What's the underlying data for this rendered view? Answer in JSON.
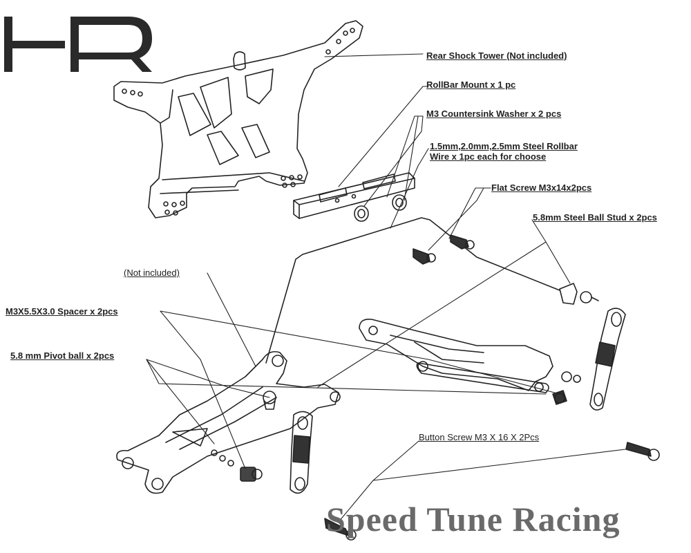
{
  "logo": {
    "text": "HR"
  },
  "labels": {
    "rear_shock_tower": "Rear Shock Tower (Not included)",
    "rollbar_mount": "RollBar Mount x 1 pc",
    "countersink_washer": "M3 Countersink Washer x 2 pcs",
    "rollbar_wire_line1": "1.5mm,2.0mm,2.5mm Steel Rollbar",
    "rollbar_wire_line2": "Wire x 1pc each for choose",
    "flat_screw": "Flat Screw M3x14x2pcs",
    "ball_stud": "5.8mm Steel Ball Stud x 2pcs",
    "not_included": "(Not included)",
    "spacer": "M3X5.5X3.0 Spacer x 2pcs",
    "pivot_ball": "5.8 mm Pivot ball x 2pcs",
    "button_screw": "Button Screw M3 X 16 X 2Pcs"
  },
  "watermark": "Speed Tune Racing",
  "colors": {
    "line": "#222222",
    "watermark": "#6a6a6a",
    "logo": "#2a2a2a"
  }
}
